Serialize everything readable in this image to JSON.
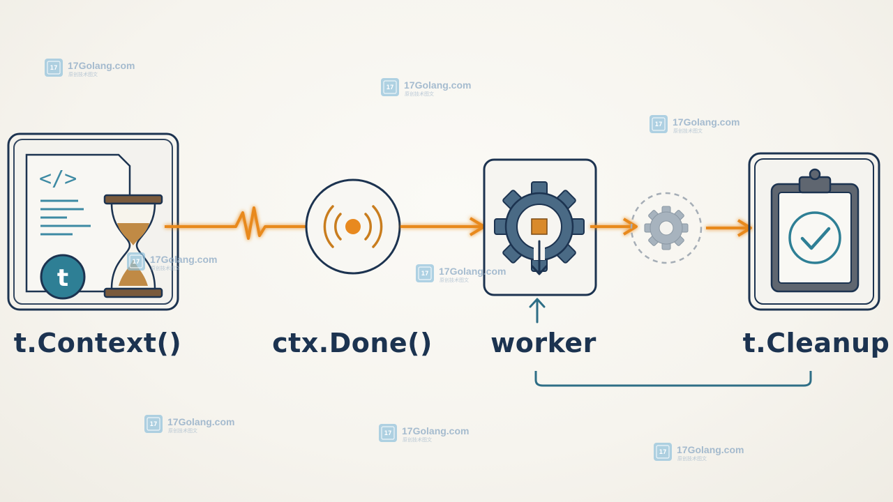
{
  "nodes": {
    "context": {
      "label": "t.Context()",
      "code_glyph": "</>",
      "badge_letter": "t",
      "icon": "hourglass-icon"
    },
    "done": {
      "label": "ctx.Done()",
      "icon": "broadcast-signal-icon"
    },
    "worker": {
      "label": "worker",
      "icon": "gear-icon"
    },
    "cleanup": {
      "label": "t.Cleanup",
      "icon": "clipboard-check-icon"
    }
  },
  "watermark": {
    "text": "17Golang.com",
    "subtext": "原创技术图文",
    "logo": "17"
  },
  "colors": {
    "ink": "#1c3350",
    "accent_orange": "#e8891f",
    "teal": "#2e6e86",
    "gear": "#4a6a85",
    "sand": "#c08a45",
    "frame_brown": "#7a5a3c"
  }
}
